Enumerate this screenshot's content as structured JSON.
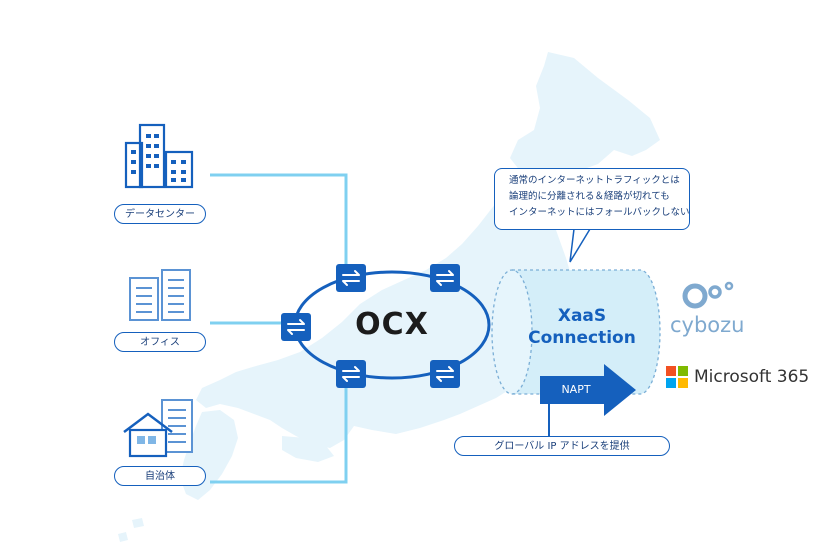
{
  "sources": [
    {
      "label": "データセンター",
      "icon": "datacenter-building-icon"
    },
    {
      "label": "オフィス",
      "icon": "office-building-icon"
    },
    {
      "label": "自治体",
      "icon": "municipality-house-icon"
    }
  ],
  "hub": {
    "logo_text": "OCX",
    "switch_icon": "exchange-arrows-icon"
  },
  "callout": {
    "lines": [
      "通常のインターネットトラフィックとは",
      "論理的に分離される＆経路が切れても",
      "インターネットにはフォールバックしない"
    ]
  },
  "xaas": {
    "line1": "XaaS",
    "line2": "Connection",
    "napt_label": "NAPT"
  },
  "napt_note": "グローバル IP アドレスを提供",
  "services": {
    "cybozu": "cybozu",
    "microsoft": "Microsoft 365"
  },
  "colors": {
    "primary": "#1560bd",
    "line": "#7fd0f0",
    "map": "#e6f4fb",
    "cybozu": "#7fa9cf"
  }
}
